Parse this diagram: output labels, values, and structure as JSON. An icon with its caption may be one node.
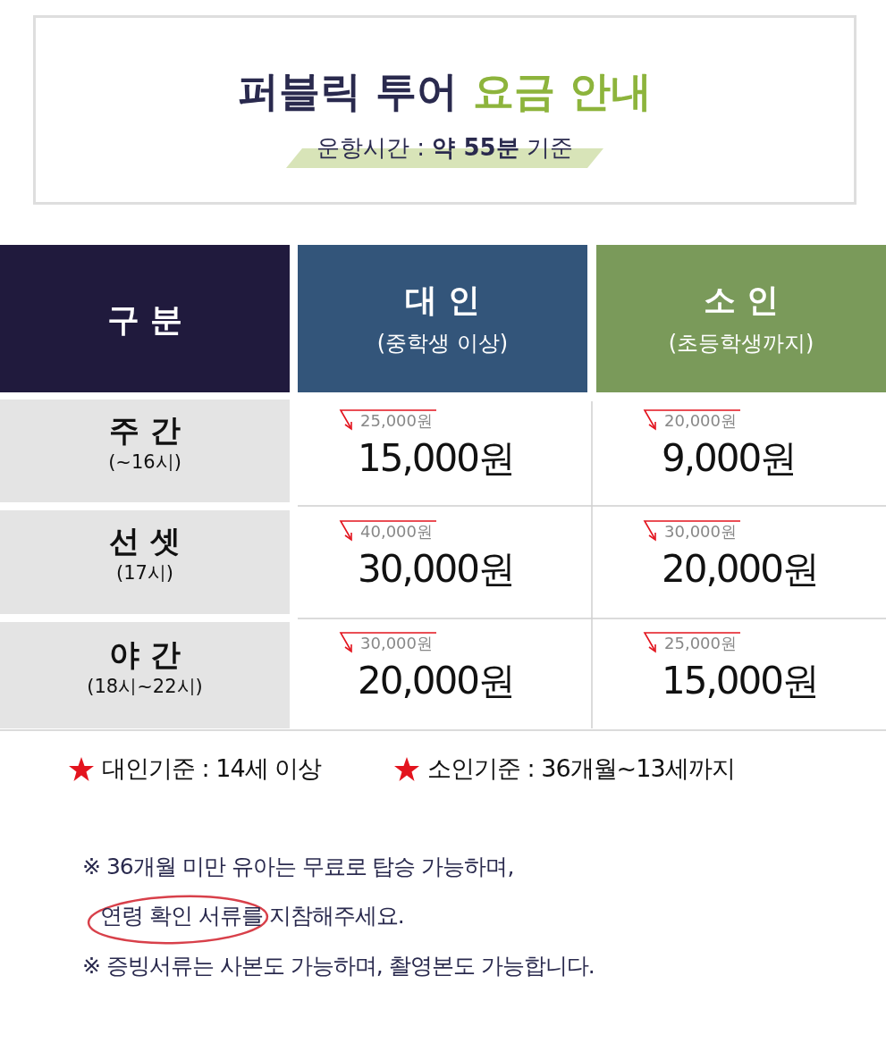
{
  "diagram": {
    "nodes": [
      {
        "text": [
          "퍼블릭 투어 요금 안내",
          "운항시간 : **약 55분** 기준"
        ]
      }
    ],
    "labels": [
      "구 분",
      "대 인",
      "(중학생 이상)",
      "소 인",
      "(초등학생까지)",
      "주 간",
      "(~16시)",
      "25,000원",
      "15,000원",
      "20,000원",
      "9,000원",
      "선 셋",
      "(17시)",
      "40,000원",
      "30,000원",
      "30,000원",
      "20,000원",
      "야 간",
      "(18시~22시)",
      "30,000원",
      "20,000원",
      "25,000원",
      "15,000원",
      "대인기준 : 14세 이상",
      "소인기준 : 36개월~13세까지",
      "※ 36개월 미만 유아는 무료로 탑승 가능하며,",
      "연령 확인 서류를 지참해주세요.",
      "※ 증빙서류는 사본도 가능하며, 촬영본도 가능합니다."
    ]
  }
}
